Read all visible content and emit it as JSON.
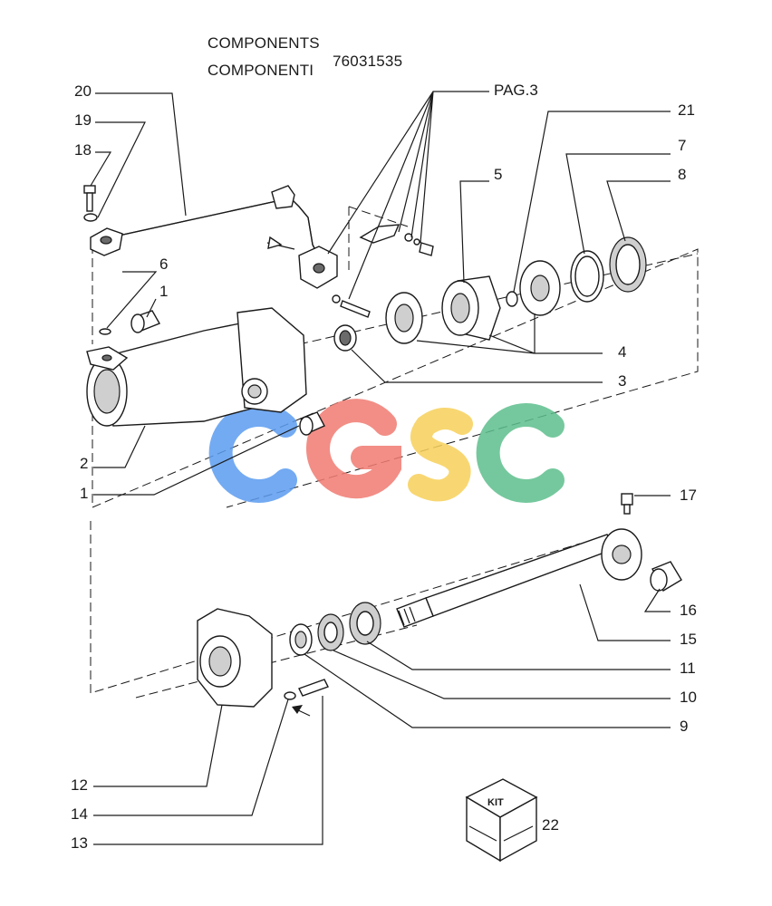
{
  "header": {
    "line1": "COMPONENTS",
    "line2": "COMPONENTI",
    "part_number": "76031535"
  },
  "page_ref": "PAG.3",
  "kit": {
    "label": "KIT",
    "number": "22"
  },
  "watermark": {
    "letters": [
      "C",
      "G",
      "S",
      "C"
    ],
    "colors": [
      "#5b9cf0",
      "#f07b72",
      "#f7d15a",
      "#5dbf8d"
    ]
  },
  "callouts": [
    "20",
    "19",
    "18",
    "6",
    "1",
    "2",
    "1",
    "21",
    "7",
    "8",
    "5",
    "4",
    "3",
    "17",
    "16",
    "15",
    "11",
    "10",
    "9",
    "12",
    "14",
    "13"
  ]
}
